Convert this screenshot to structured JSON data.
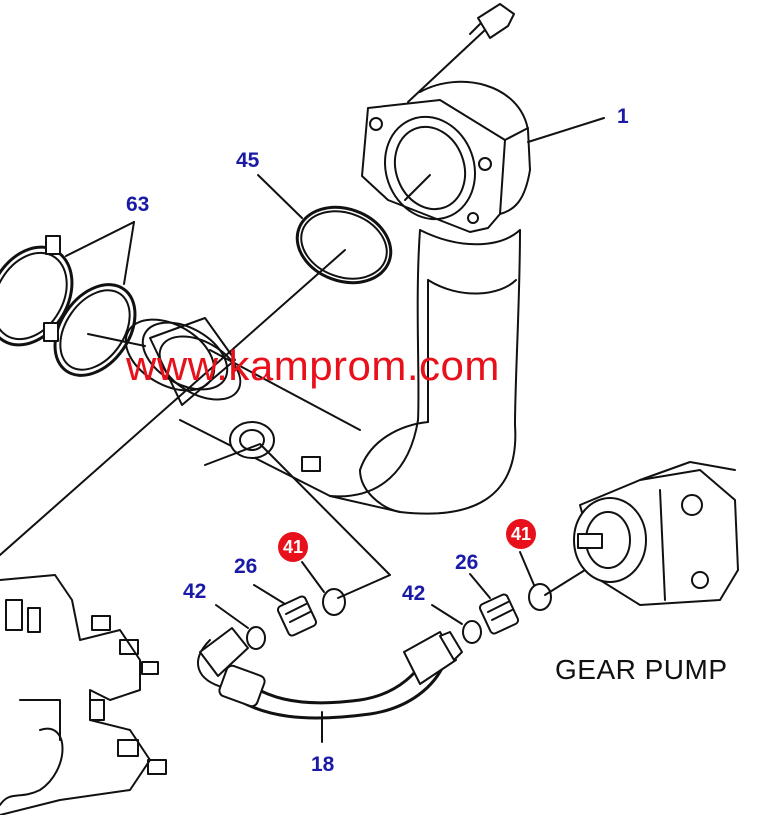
{
  "diagram": {
    "callouts": {
      "c1": "1",
      "c45": "45",
      "c63": "63",
      "c41a": "41",
      "c41b": "41",
      "c26a": "26",
      "c26b": "26",
      "c42a": "42",
      "c42b": "42",
      "c18": "18"
    },
    "watermark": "www.kamprom.com",
    "gear_pump_label": "GEAR PUMP",
    "colors": {
      "callout_text": "#1a1aa6",
      "callout_badge": "#e8101a",
      "watermark": "#e8101a",
      "line_art": "#111111"
    }
  }
}
